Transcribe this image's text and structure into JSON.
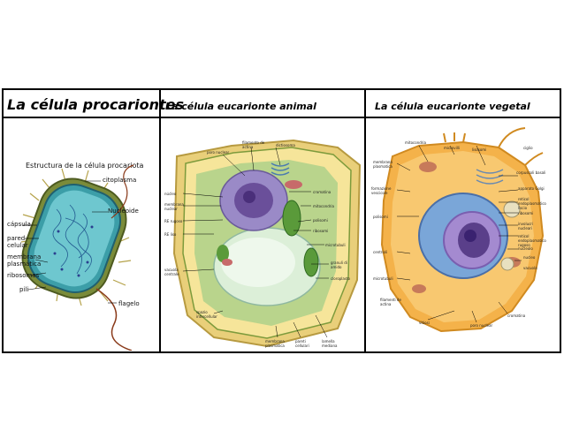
{
  "columns": [
    {
      "title": "La célula procariontes"
    },
    {
      "title": "La célula eucarionte animal"
    },
    {
      "title": "La célula eucarionte vegetal"
    }
  ],
  "prokaryote": {
    "diagram_title": "Estructura de la célula procariota",
    "labels": {
      "citoplasma": "citoplasma",
      "nucleoide": "Nucleoide",
      "capsula": "cápsula",
      "pared": "pared celular",
      "membrana": "membrana plasmática",
      "ribosomas": "ribosomas",
      "pili": "pili",
      "flagelo": "flagelo"
    }
  },
  "animal": {
    "labels": {
      "poro_nuclear": "poro nuclear",
      "filamento": "filamento de actina",
      "dictiosoma": "dictiosoma",
      "nucleo": "núcleo",
      "cromatina": "cromatina",
      "membrana_nuclear": "membrana nuclear",
      "mitocondria": "mitocondria",
      "re_rugoso": "RE rugoso",
      "polisomi": "polisomi",
      "re_liso": "RE liso",
      "ribosomi": "ribosomi",
      "microtubuli": "microtubuli",
      "vacuola": "vacuola centrale",
      "granuli": "granuli di amido",
      "cloroplasto": "cloroplasto",
      "spazio": "spazio intercellular",
      "membrana_plasma": "membrana plasmatica",
      "pareti": "pareti cellulari",
      "lamella": "lamella mediana"
    }
  },
  "plant": {
    "labels": {
      "mitocondria": "mitocondria",
      "microvilli": "microvilli",
      "lisosomi": "lisosomi",
      "ciglio": "ciglio",
      "membrana": "membrana plasmatica",
      "corpuscoli": "corpuscoli basali",
      "formazione": "formazione vescicole",
      "apparato": "apparato Golgi",
      "reticolo_liso": "reticol endoplasmatico liscio",
      "polisomi": "polisomi",
      "ribosomi": "ribosomi",
      "involucro": "involucri nucleari",
      "reticolo_rugoso": "reticol endoplasmatico rugoso",
      "nucleolo": "nucleolo",
      "centrioli": "centrioli",
      "nucleo": "nucleo",
      "vacuola": "vacuola",
      "microtubuli": "microtubuli",
      "filamenti": "filamenti de actina",
      "cromatina": "cromatina",
      "vitiosi": "vitiosi",
      "poro": "poro nuclear"
    }
  },
  "colors": {
    "border": "#000000",
    "animal_cytoplasm": "#f2e08a",
    "plant_cytoplasm": "#f4b24a"
  }
}
